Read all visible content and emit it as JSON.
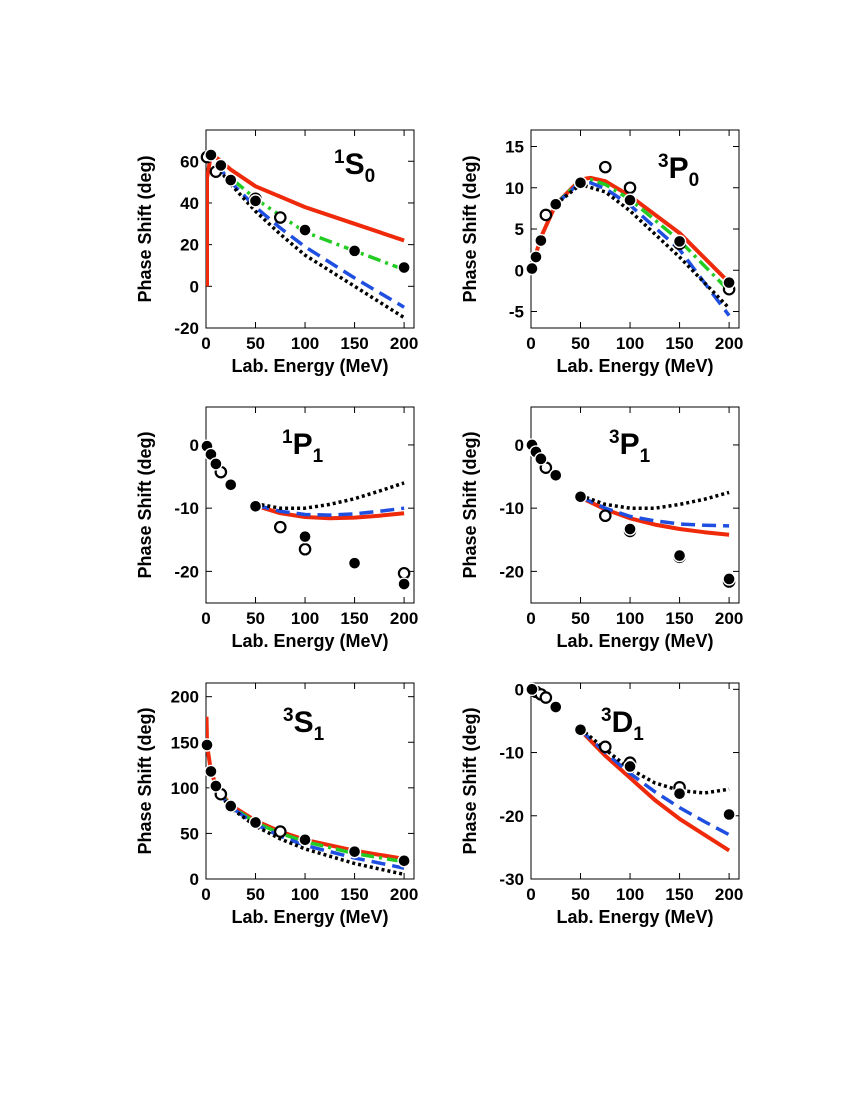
{
  "chart_data": [
    {
      "type": "line",
      "title_sup": "1",
      "title_main": "S",
      "title_sub": "0",
      "xlabel": "Lab. Energy (MeV)",
      "ylabel": "Phase Shift (deg)",
      "xlim": [
        0,
        210
      ],
      "ylim": [
        -20,
        75
      ],
      "xticks": [
        "0",
        "50",
        "100",
        "150",
        "200"
      ],
      "yticks": [
        "-20",
        "0",
        "20",
        "40",
        "60"
      ],
      "series": [
        {
          "style": "solid",
          "color": "#ee2a0b",
          "x": [
            1,
            1,
            5,
            10,
            25,
            50,
            75,
            100,
            150,
            200
          ],
          "y": [
            0,
            52,
            63,
            62,
            56,
            48,
            43,
            38,
            30,
            22
          ]
        },
        {
          "style": "dashdot",
          "color": "#22cc22",
          "x": [
            10,
            25,
            50,
            75,
            100,
            150,
            200
          ],
          "y": [
            60,
            52,
            42,
            34,
            26,
            17,
            8
          ]
        },
        {
          "style": "dashed",
          "color": "#1f4fe0",
          "x": [
            10,
            25,
            50,
            75,
            100,
            150,
            200
          ],
          "y": [
            59,
            50,
            38,
            28,
            19,
            4,
            -10
          ]
        },
        {
          "style": "dotted",
          "color": "#000000",
          "x": [
            10,
            25,
            50,
            75,
            100,
            150,
            200
          ],
          "y": [
            58,
            49,
            36,
            25,
            15,
            0,
            -15
          ]
        }
      ],
      "filled_points": {
        "x": [
          5,
          15,
          25,
          50,
          100,
          150,
          200
        ],
        "y": [
          63,
          58,
          51,
          41,
          27,
          17,
          9
        ]
      },
      "open_points": {
        "x": [
          1,
          10,
          50,
          75
        ],
        "y": [
          62,
          55,
          42,
          33
        ]
      }
    },
    {
      "type": "line",
      "title_sup": "3",
      "title_main": "P",
      "title_sub": "0",
      "xlabel": "Lab. Energy (MeV)",
      "ylabel": "Phase Shift (deg)",
      "xlim": [
        0,
        210
      ],
      "ylim": [
        -7,
        17
      ],
      "xticks": [
        "0",
        "50",
        "100",
        "150",
        "200"
      ],
      "yticks": [
        "-5",
        "0",
        "5",
        "10",
        "15"
      ],
      "series": [
        {
          "style": "solid",
          "color": "#ee2a0b",
          "x": [
            0,
            5,
            10,
            25,
            50,
            60,
            75,
            100,
            150,
            200
          ],
          "y": [
            0,
            2,
            4,
            8,
            11,
            11.2,
            10.8,
            9,
            4.5,
            -1.5
          ]
        },
        {
          "style": "dashdot",
          "color": "#22cc22",
          "x": [
            25,
            50,
            60,
            75,
            100,
            150,
            200
          ],
          "y": [
            8,
            10.9,
            11,
            10.4,
            8.6,
            3.6,
            -2.5
          ]
        },
        {
          "style": "dashed",
          "color": "#1f4fe0",
          "x": [
            25,
            50,
            60,
            75,
            100,
            150,
            200
          ],
          "y": [
            8,
            10.7,
            10.6,
            9.9,
            7.9,
            2.5,
            -5.5
          ]
        },
        {
          "style": "dotted",
          "color": "#000000",
          "x": [
            25,
            50,
            75,
            100,
            150,
            200
          ],
          "y": [
            8,
            10.4,
            9.5,
            7.2,
            1.6,
            -4.6
          ]
        }
      ],
      "filled_points": {
        "x": [
          1,
          5,
          10,
          25,
          50,
          100,
          150,
          200
        ],
        "y": [
          0.2,
          1.6,
          3.6,
          8,
          10.6,
          8.5,
          3.5,
          -1.5
        ]
      },
      "open_points": {
        "x": [
          15,
          75,
          100,
          150,
          200
        ],
        "y": [
          6.7,
          12.5,
          10,
          3.2,
          -2.3
        ]
      }
    },
    {
      "type": "line",
      "title_sup": "1",
      "title_main": "P",
      "title_sub": "1",
      "xlabel": "Lab. Energy (MeV)",
      "ylabel": "Phase Shift (deg)",
      "xlim": [
        0,
        210
      ],
      "ylim": [
        -25,
        6
      ],
      "xticks": [
        "0",
        "50",
        "100",
        "150",
        "200"
      ],
      "yticks": [
        "-20",
        "-10",
        "0"
      ],
      "series": [
        {
          "style": "solid",
          "color": "#ee2a0b",
          "x": [
            50,
            75,
            100,
            125,
            150,
            175,
            200
          ],
          "y": [
            -9.6,
            -10.8,
            -11.4,
            -11.6,
            -11.5,
            -11.2,
            -10.8
          ]
        },
        {
          "style": "dashed",
          "color": "#1f4fe0",
          "x": [
            50,
            75,
            100,
            125,
            150,
            175,
            200
          ],
          "y": [
            -9.5,
            -10.5,
            -11,
            -11.1,
            -10.9,
            -10.5,
            -10
          ]
        },
        {
          "style": "dotted",
          "color": "#000000",
          "x": [
            50,
            75,
            100,
            125,
            150,
            175,
            200
          ],
          "y": [
            -9.3,
            -10,
            -10,
            -9.4,
            -8.5,
            -7.3,
            -6
          ]
        }
      ],
      "filled_points": {
        "x": [
          1,
          5,
          10,
          25,
          50,
          100,
          150,
          200
        ],
        "y": [
          -0.2,
          -1.5,
          -3,
          -6.3,
          -9.7,
          -14.5,
          -18.7,
          -22
        ]
      },
      "open_points": {
        "x": [
          15,
          75,
          100,
          200
        ],
        "y": [
          -4.3,
          -13,
          -16.5,
          -20.3
        ]
      }
    },
    {
      "type": "line",
      "title_sup": "3",
      "title_main": "P",
      "title_sub": "1",
      "xlabel": "Lab. Energy (MeV)",
      "ylabel": "Phase Shift (deg)",
      "xlim": [
        0,
        210
      ],
      "ylim": [
        -25,
        6
      ],
      "xticks": [
        "0",
        "50",
        "100",
        "150",
        "200"
      ],
      "yticks": [
        "-20",
        "-10",
        "0"
      ],
      "series": [
        {
          "style": "solid",
          "color": "#ee2a0b",
          "x": [
            50,
            75,
            100,
            125,
            150,
            175,
            200
          ],
          "y": [
            -8.3,
            -10.2,
            -11.6,
            -12.6,
            -13.3,
            -13.8,
            -14.2
          ]
        },
        {
          "style": "dashed",
          "color": "#1f4fe0",
          "x": [
            50,
            75,
            100,
            125,
            150,
            175,
            200
          ],
          "y": [
            -8.2,
            -10,
            -11.3,
            -12,
            -12.5,
            -12.7,
            -12.8
          ]
        },
        {
          "style": "dotted",
          "color": "#000000",
          "x": [
            50,
            75,
            100,
            125,
            150,
            175,
            200
          ],
          "y": [
            -8,
            -9.4,
            -10,
            -10,
            -9.4,
            -8.6,
            -7.5
          ]
        }
      ],
      "filled_points": {
        "x": [
          1,
          5,
          10,
          25,
          50,
          100,
          150,
          200
        ],
        "y": [
          0,
          -1.1,
          -2.2,
          -4.8,
          -8.2,
          -13.3,
          -17.5,
          -21.2
        ]
      },
      "open_points": {
        "x": [
          15,
          75,
          100,
          150,
          200
        ],
        "y": [
          -3.6,
          -11.2,
          -13.6,
          -17.7,
          -21.6
        ]
      }
    },
    {
      "type": "line",
      "title_sup": "3",
      "title_main": "S",
      "title_sub": "1",
      "xlabel": "Lab. Energy (MeV)",
      "ylabel": "Phase Shift (deg)",
      "xlim": [
        0,
        210
      ],
      "ylim": [
        0,
        215
      ],
      "xticks": [
        "0",
        "50",
        "100",
        "150",
        "200"
      ],
      "yticks": [
        "0",
        "50",
        "100",
        "150",
        "200"
      ],
      "series": [
        {
          "style": "solid",
          "color": "#ee2a0b",
          "x": [
            0.5,
            1,
            2,
            5,
            10,
            15,
            25,
            50,
            75,
            100,
            150,
            200
          ],
          "y": [
            178,
            150,
            140,
            118,
            103,
            94,
            81,
            64,
            52,
            43,
            31,
            22
          ]
        },
        {
          "style": "dashdot",
          "color": "#22cc22",
          "x": [
            15,
            25,
            50,
            75,
            100,
            150,
            200
          ],
          "y": [
            93,
            80,
            62,
            50,
            41,
            28,
            19
          ]
        },
        {
          "style": "dashed",
          "color": "#1f4fe0",
          "x": [
            15,
            25,
            50,
            75,
            100,
            150,
            200
          ],
          "y": [
            92,
            79,
            60,
            47,
            37,
            23,
            12
          ]
        },
        {
          "style": "dotted",
          "color": "#000000",
          "x": [
            15,
            25,
            50,
            75,
            100,
            150,
            200
          ],
          "y": [
            91,
            78,
            58,
            44,
            33,
            17,
            5
          ]
        }
      ],
      "filled_points": {
        "x": [
          1,
          5,
          10,
          25,
          50,
          100,
          150,
          200
        ],
        "y": [
          147,
          118,
          102,
          80,
          62,
          43,
          30,
          20
        ]
      },
      "open_points": {
        "x": [
          15,
          75
        ],
        "y": [
          93,
          52
        ]
      }
    },
    {
      "type": "line",
      "title_sup": "3",
      "title_main": "D",
      "title_sub": "1",
      "xlabel": "Lab. Energy (MeV)",
      "ylabel": "Phase Shift (deg)",
      "xlim": [
        0,
        210
      ],
      "ylim": [
        -30,
        1
      ],
      "xticks": [
        "0",
        "50",
        "100",
        "150",
        "200"
      ],
      "yticks": [
        "-30",
        "-20",
        "-10",
        "0"
      ],
      "series": [
        {
          "style": "solid",
          "color": "#ee2a0b",
          "x": [
            50,
            75,
            100,
            125,
            150,
            175,
            200
          ],
          "y": [
            -6.5,
            -10.5,
            -14,
            -17.5,
            -20.5,
            -23,
            -25.5
          ]
        },
        {
          "style": "dashed",
          "color": "#1f4fe0",
          "x": [
            50,
            75,
            100,
            125,
            150,
            175,
            200
          ],
          "y": [
            -6.4,
            -10,
            -13.3,
            -16.2,
            -18.7,
            -20.9,
            -23
          ]
        },
        {
          "style": "dotted",
          "color": "#000000",
          "x": [
            50,
            75,
            100,
            125,
            150,
            175,
            200
          ],
          "y": [
            -6.2,
            -9.5,
            -12.6,
            -14.8,
            -16,
            -16.4,
            -15.8
          ]
        }
      ],
      "filled_points": {
        "x": [
          1,
          25,
          50,
          100,
          150,
          200
        ],
        "y": [
          0,
          -2.8,
          -6.4,
          -12.2,
          -16.5,
          -19.8
        ]
      },
      "open_points": {
        "x": [
          5,
          10,
          15,
          75,
          100,
          150
        ],
        "y": [
          -0.4,
          -0.8,
          -1.3,
          -9.1,
          -11.6,
          -15.5
        ]
      }
    }
  ]
}
